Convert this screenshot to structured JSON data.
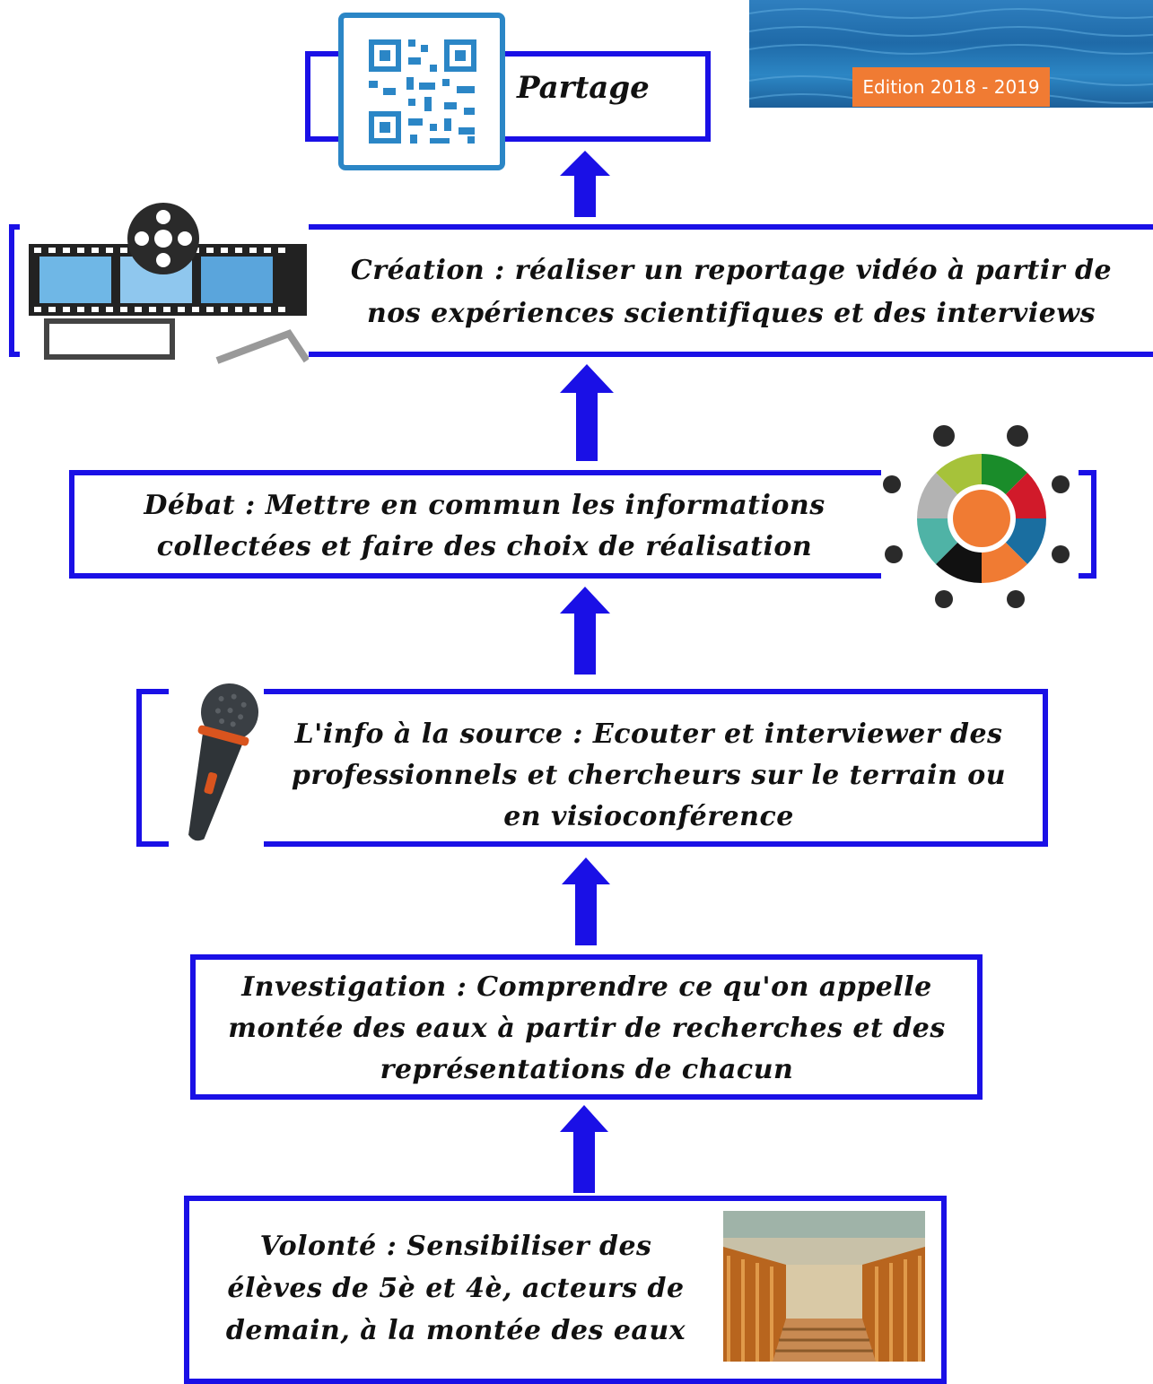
{
  "header": {
    "edition_label": "Edition 2018 - 2019"
  },
  "share": {
    "label": "Partage",
    "qr_icon": "qr-code-icon"
  },
  "steps": [
    {
      "heading": "Création :",
      "text": " réaliser un reportage vidéo à partir de nos expériences scientifiques et des interviews",
      "icon": "film-reel-icon"
    },
    {
      "heading": "Débat :",
      "text": " Mettre  en commun les informations collectées et faire des choix de réalisation",
      "icon": "people-circle-icon"
    },
    {
      "heading": "L'info à la source :",
      "text": " Ecouter et interviewer des professionnels et chercheurs sur le terrain ou en visioconférence",
      "icon": "microphone-icon"
    },
    {
      "heading": "Investigation :",
      "text": " Comprendre ce qu'on appelle montée des eaux à partir de recherches et des représentations de chacun"
    },
    {
      "heading": "Volonté :",
      "text": " Sensibiliser des élèves de 5è et 4è, acteurs de demain, à la montée des eaux",
      "icon": "stairs-to-water-photo"
    }
  ],
  "colors": {
    "border": "#1a10e6",
    "arrow": "#1a10e6",
    "qr_frame": "#2b86c6",
    "badge": "#f07b33"
  }
}
